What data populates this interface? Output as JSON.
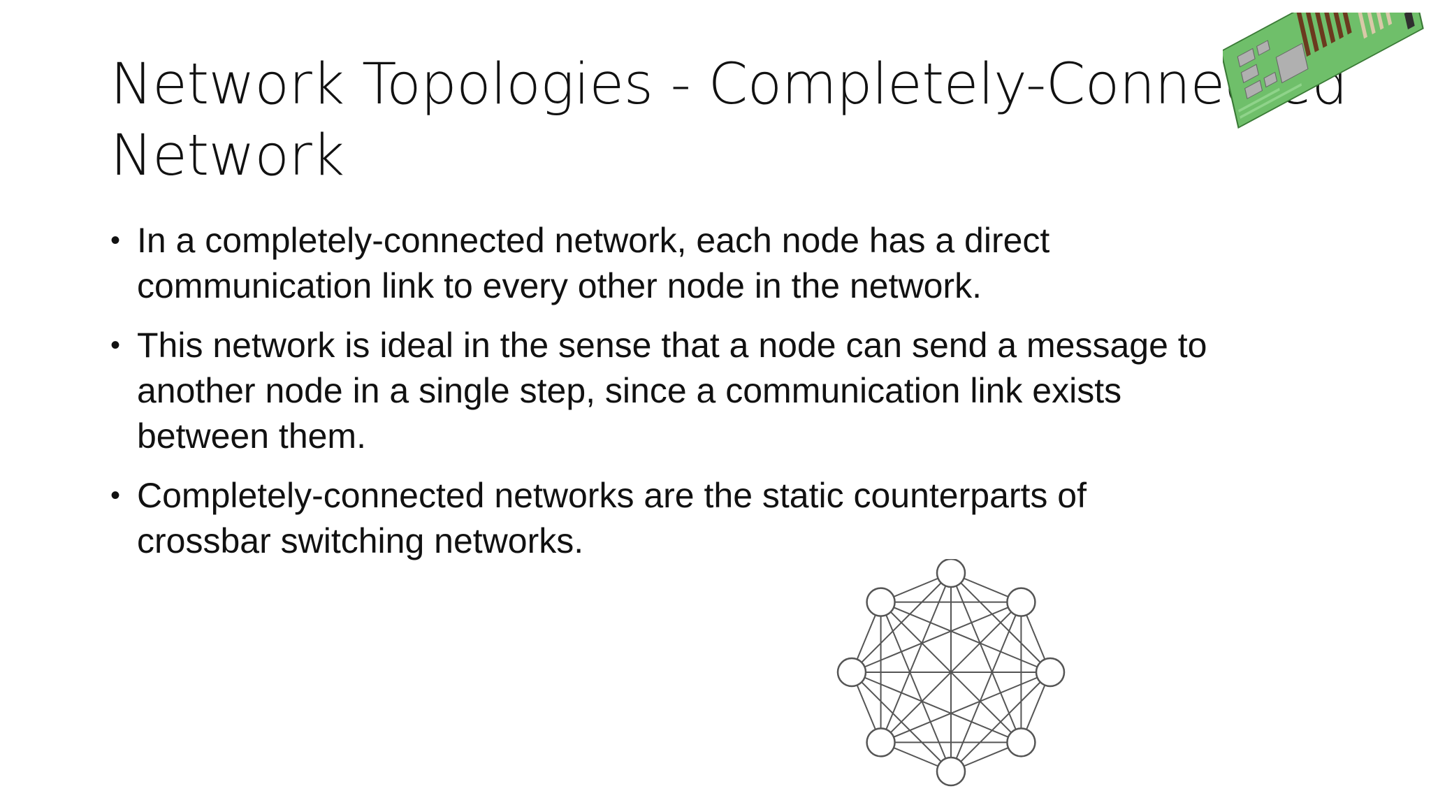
{
  "slide": {
    "title_lines": [
      "Network Topologies - Completely-Connected",
      "Network"
    ],
    "bullets": [
      {
        "lines": [
          "In a completely-connected network, each node has a direct",
          "communication link to every other node in the network."
        ]
      },
      {
        "lines": [
          "This network is ideal in the sense that a node can send a message to",
          "another node in a single step, since a communication link exists",
          "between them."
        ]
      },
      {
        "lines": [
          "Completely-connected networks are the static counterparts of",
          "crossbar switching networks."
        ]
      }
    ],
    "bullet_glyph": "•",
    "images": {
      "corner_image": "circuit-board-icon",
      "diagram": "completely-connected-graph"
    },
    "graph": {
      "node_count": 8
    },
    "colors": {
      "text": "#111111",
      "board_green": "#7cc47a",
      "graph_stroke": "#555555"
    }
  }
}
